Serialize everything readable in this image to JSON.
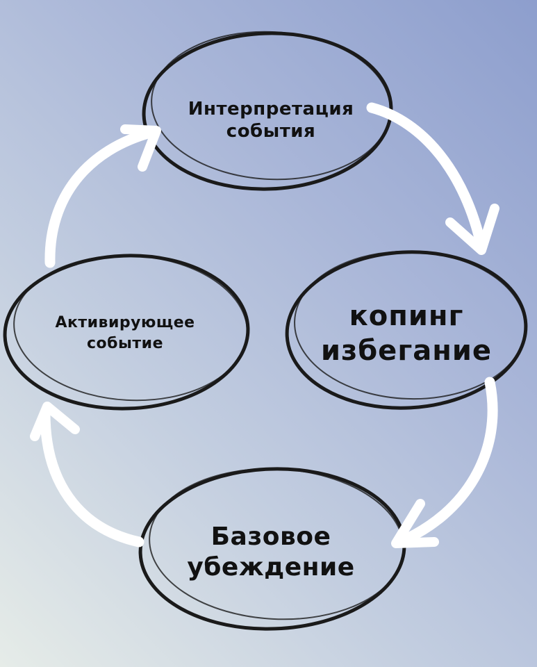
{
  "nodes": {
    "interpretation": {
      "line1": "Интерпретация",
      "line2": "события"
    },
    "coping": {
      "line1": "копинг",
      "line2": "избегание"
    },
    "belief": {
      "line1": "Базовое",
      "line2": "убеждение"
    },
    "activating": {
      "line1": "Активирующее",
      "line2": "событие"
    }
  },
  "colors": {
    "ellipse_stroke": "#1a1a1a",
    "arrow": "#ffffff",
    "text": "#111111"
  }
}
